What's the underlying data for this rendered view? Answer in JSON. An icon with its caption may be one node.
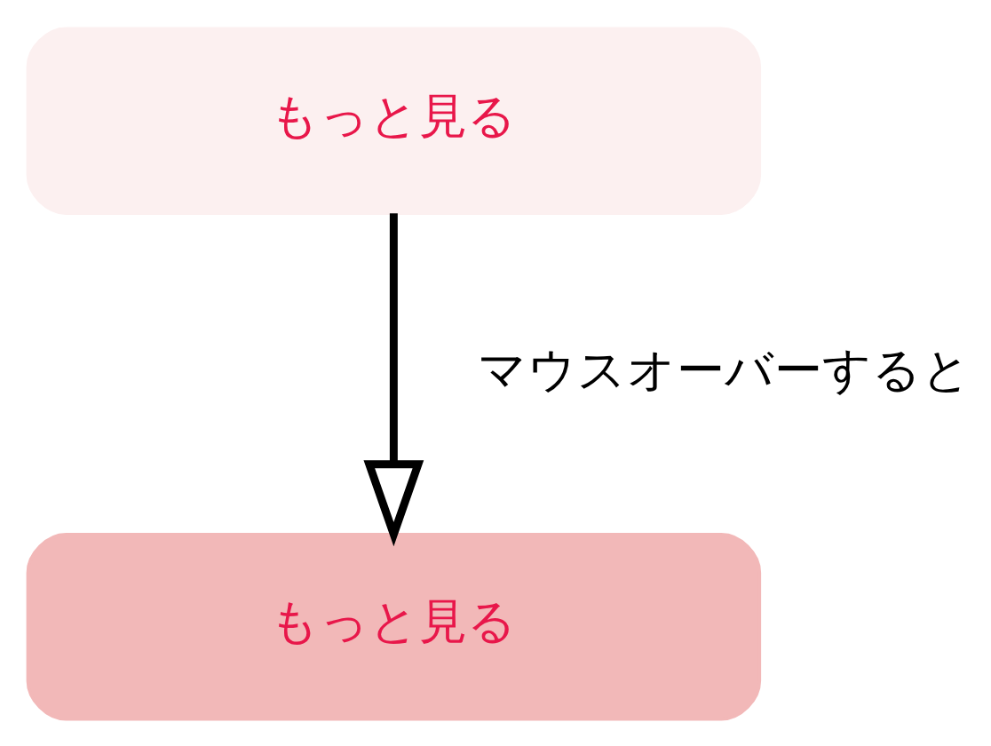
{
  "diagram": {
    "nodes": [
      {
        "text": [
          "もっと見る"
        ]
      },
      {
        "text": [
          "もっと見る"
        ]
      }
    ],
    "edges": [
      {
        "from": 0,
        "to": 1,
        "arrow": "to",
        "label": "マウスオーバーすると"
      }
    ]
  }
}
